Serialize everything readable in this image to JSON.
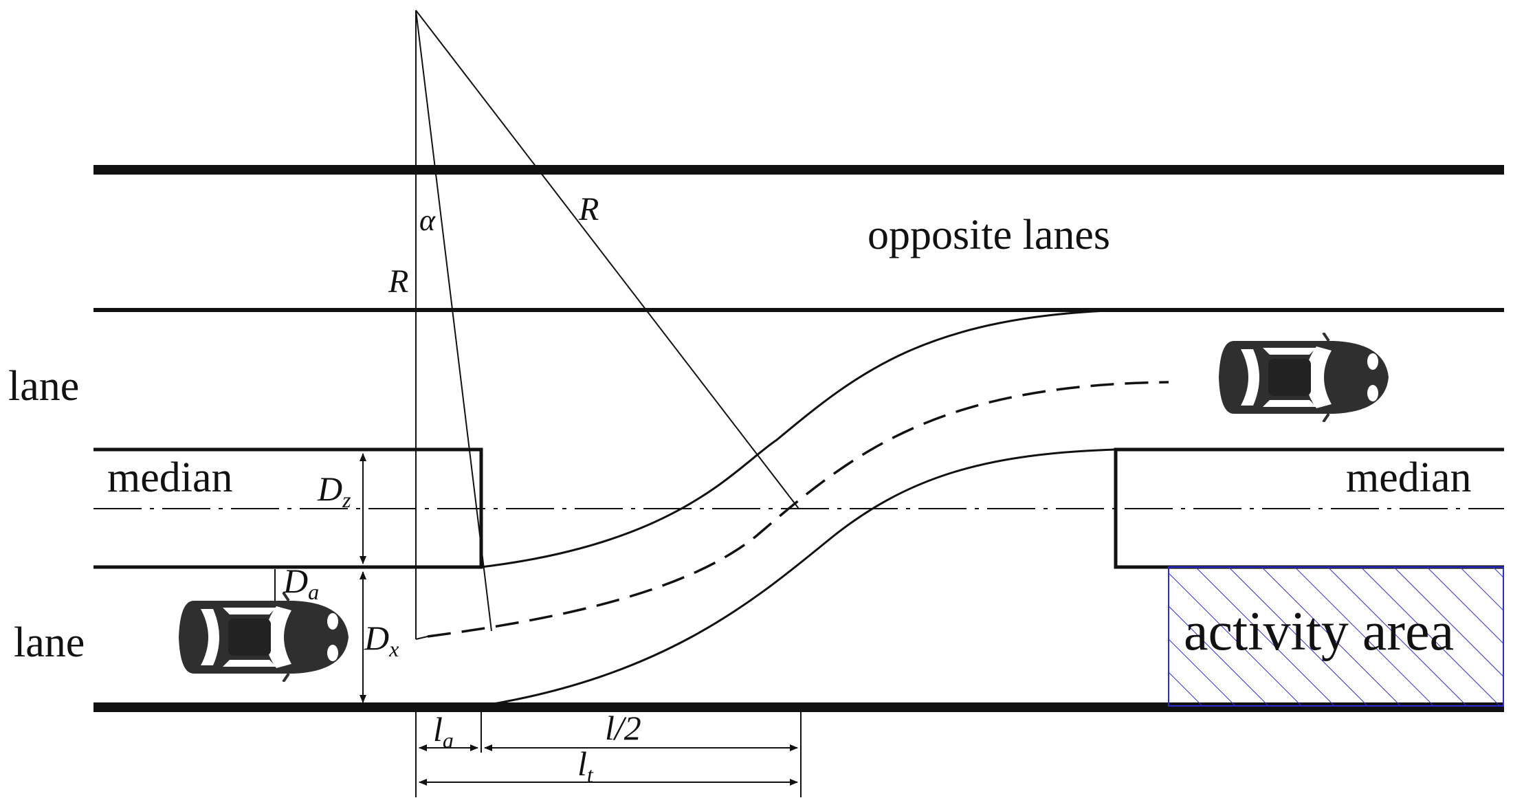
{
  "labels": {
    "opposite_lanes": "opposite lanes",
    "lane_upper": "lane",
    "lane_lower": "lane",
    "median_left": "median",
    "median_right": "median",
    "activity_area": "activity area"
  },
  "symbols": {
    "alpha": "α",
    "R_vertical": "R",
    "R_diagonal": "R",
    "Dz": {
      "main": "D",
      "sub": "z"
    },
    "Da": {
      "main": "D",
      "sub": "a"
    },
    "Dx": {
      "main": "D",
      "sub": "x"
    },
    "la": {
      "main": "l",
      "sub": "a"
    },
    "l_half": "l/2",
    "lt": {
      "main": "l",
      "sub": "t"
    }
  },
  "colors": {
    "ink": "#111111",
    "hatch": "#2b2bd6",
    "car_body": "#2f2f2f",
    "car_glass": "#ffffff"
  }
}
